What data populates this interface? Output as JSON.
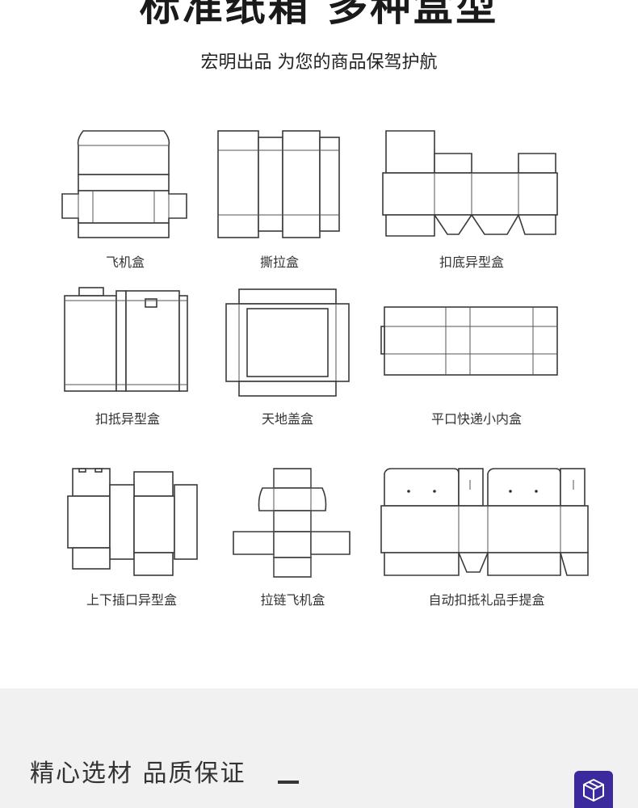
{
  "header": {
    "title": "标准纸箱 多种盒型",
    "subtitle": "宏明出品 为您的商品保驾护航"
  },
  "box_types": [
    {
      "label": "飞机盒",
      "icon": "airplane-box-diagram"
    },
    {
      "label": "撕拉盒",
      "icon": "tear-strip-box-diagram"
    },
    {
      "label": "扣底异型盒",
      "icon": "lock-bottom-box-diagram"
    },
    {
      "label": "扣抵异型盒",
      "icon": "buckle-box-diagram"
    },
    {
      "label": "天地盖盒",
      "icon": "lid-base-box-diagram"
    },
    {
      "label": "平口快递小内盒",
      "icon": "flat-mailer-box-diagram"
    },
    {
      "label": "上下插口异型盒",
      "icon": "tuck-end-box-diagram"
    },
    {
      "label": "拉链飞机盒",
      "icon": "zipper-mailer-box-diagram"
    },
    {
      "label": "自动扣抵礼品手提盒",
      "icon": "gift-handle-box-diagram"
    }
  ],
  "footer": {
    "title": "精心选材 品质保证",
    "fab_icon": "box-icon",
    "fab_color": "#3b2a9e"
  }
}
